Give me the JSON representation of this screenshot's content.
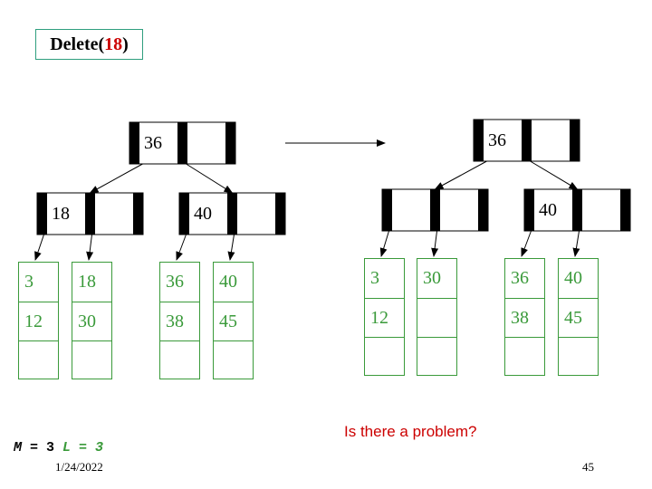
{
  "title": {
    "prefix": "Delete(",
    "value": "18",
    "suffix": ")"
  },
  "caption": "Is there a problem?",
  "params": {
    "m_name": "M",
    "m_eq": " = 3 ",
    "l_text": "L = 3"
  },
  "footer": {
    "date": "1/24/2022",
    "page": "45"
  },
  "colors": {
    "leaf": "#3a9a3a",
    "highlight": "#cc0000",
    "node_bar": "#000000",
    "title_border": "#2e9e7e"
  },
  "diagram": {
    "before": {
      "root": [
        "36",
        ""
      ],
      "internal": [
        [
          "18",
          ""
        ],
        [
          "40",
          ""
        ]
      ],
      "leaves": [
        [
          "3",
          "12",
          ""
        ],
        [
          "18",
          "30",
          ""
        ],
        [
          "36",
          "38",
          ""
        ],
        [
          "40",
          "45",
          ""
        ]
      ]
    },
    "after": {
      "root": [
        "36",
        ""
      ],
      "internal": [
        [
          "",
          ""
        ],
        [
          "40",
          ""
        ]
      ],
      "leaves": [
        [
          "3",
          "12",
          ""
        ],
        [
          "30",
          "",
          ""
        ],
        [
          "36",
          "38",
          ""
        ],
        [
          "40",
          "45",
          ""
        ]
      ]
    }
  }
}
